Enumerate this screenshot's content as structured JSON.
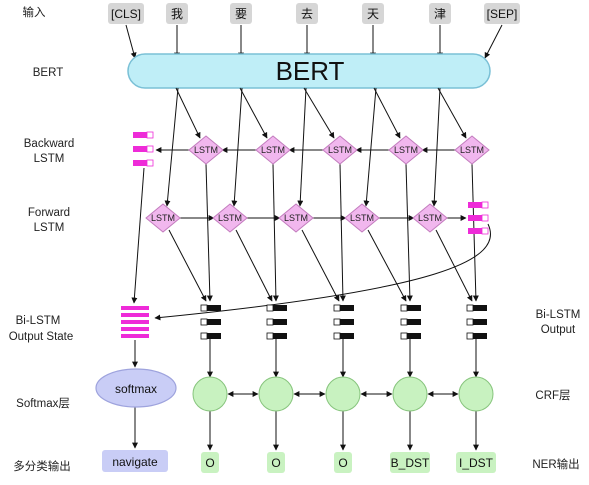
{
  "row_labels": {
    "input": "输入",
    "bert": "BERT",
    "backward": [
      "Backward",
      "LSTM"
    ],
    "forward": [
      "Forward",
      "LSTM"
    ],
    "bilstm_state": [
      "Bi-LSTM",
      "Output State"
    ],
    "softmax_layer": "Softmax层",
    "multiclass_out": "多分类输出",
    "bilstm_output": [
      "Bi-LSTM",
      "Output"
    ],
    "crf_layer": "CRF层",
    "ner_out": "NER输出"
  },
  "tokens": [
    "[CLS]",
    "我",
    "要",
    "去",
    "天",
    "津",
    "[SEP]"
  ],
  "bert_label": "BERT",
  "lstm_label": "LSTM",
  "softmax_label": "softmax",
  "softmax_output": "navigate",
  "ner_outputs": [
    "O",
    "O",
    "O",
    "B_DST",
    "I_DST"
  ],
  "colors": {
    "token_bg": "#d6d6d6",
    "bert_fill": "#bfeef7",
    "bert_stroke": "#7ac0d6",
    "lstm_fill": "#f1b7ee",
    "lstm_stroke": "#c27bbd",
    "state_magenta": "#ee2bd8",
    "crf_fill": "#c8f2c0",
    "crf_stroke": "#86c47c",
    "softmax_fill": "#c9cdf6",
    "softmax_stroke": "#9ea3dd",
    "out_bg": "#c9f2c1"
  }
}
